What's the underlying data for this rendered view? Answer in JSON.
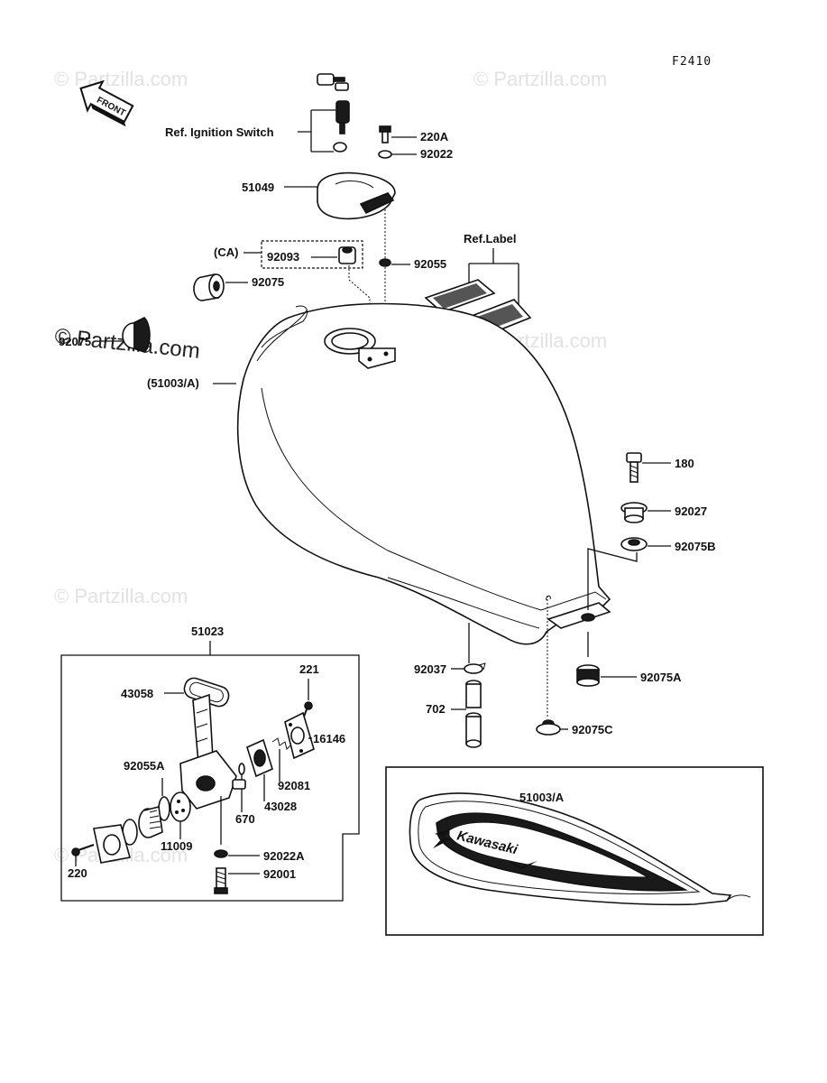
{
  "figure_code": "F2410",
  "front_label": "FRONT",
  "watermark": "© Partzilla.com",
  "labels": {
    "ref_ignition": "Ref. Ignition Switch",
    "ref_label": "Ref.Label",
    "ca": "(CA)",
    "p220a": "220A",
    "p92022": "92022",
    "p51049": "51049",
    "p92093": "92093",
    "p92055": "92055",
    "p92075_top": "92075",
    "p92075_left": "92075",
    "p51003a": "(51003/A)",
    "p180": "180",
    "p92027": "92027",
    "p92075b": "92075B",
    "p51023": "51023",
    "p221": "221",
    "p43058": "43058",
    "p16146": "16146",
    "p92055a": "92055A",
    "p92081": "92081",
    "p43028": "43028",
    "p670": "670",
    "p11009": "11009",
    "p220": "220",
    "p92022a": "92022A",
    "p92001": "92001",
    "p92037": "92037",
    "p702": "702",
    "p92075a": "92075A",
    "p92075c": "92075C",
    "inset_51003a": "51003/A",
    "tank_brand": "Kawasaki"
  }
}
